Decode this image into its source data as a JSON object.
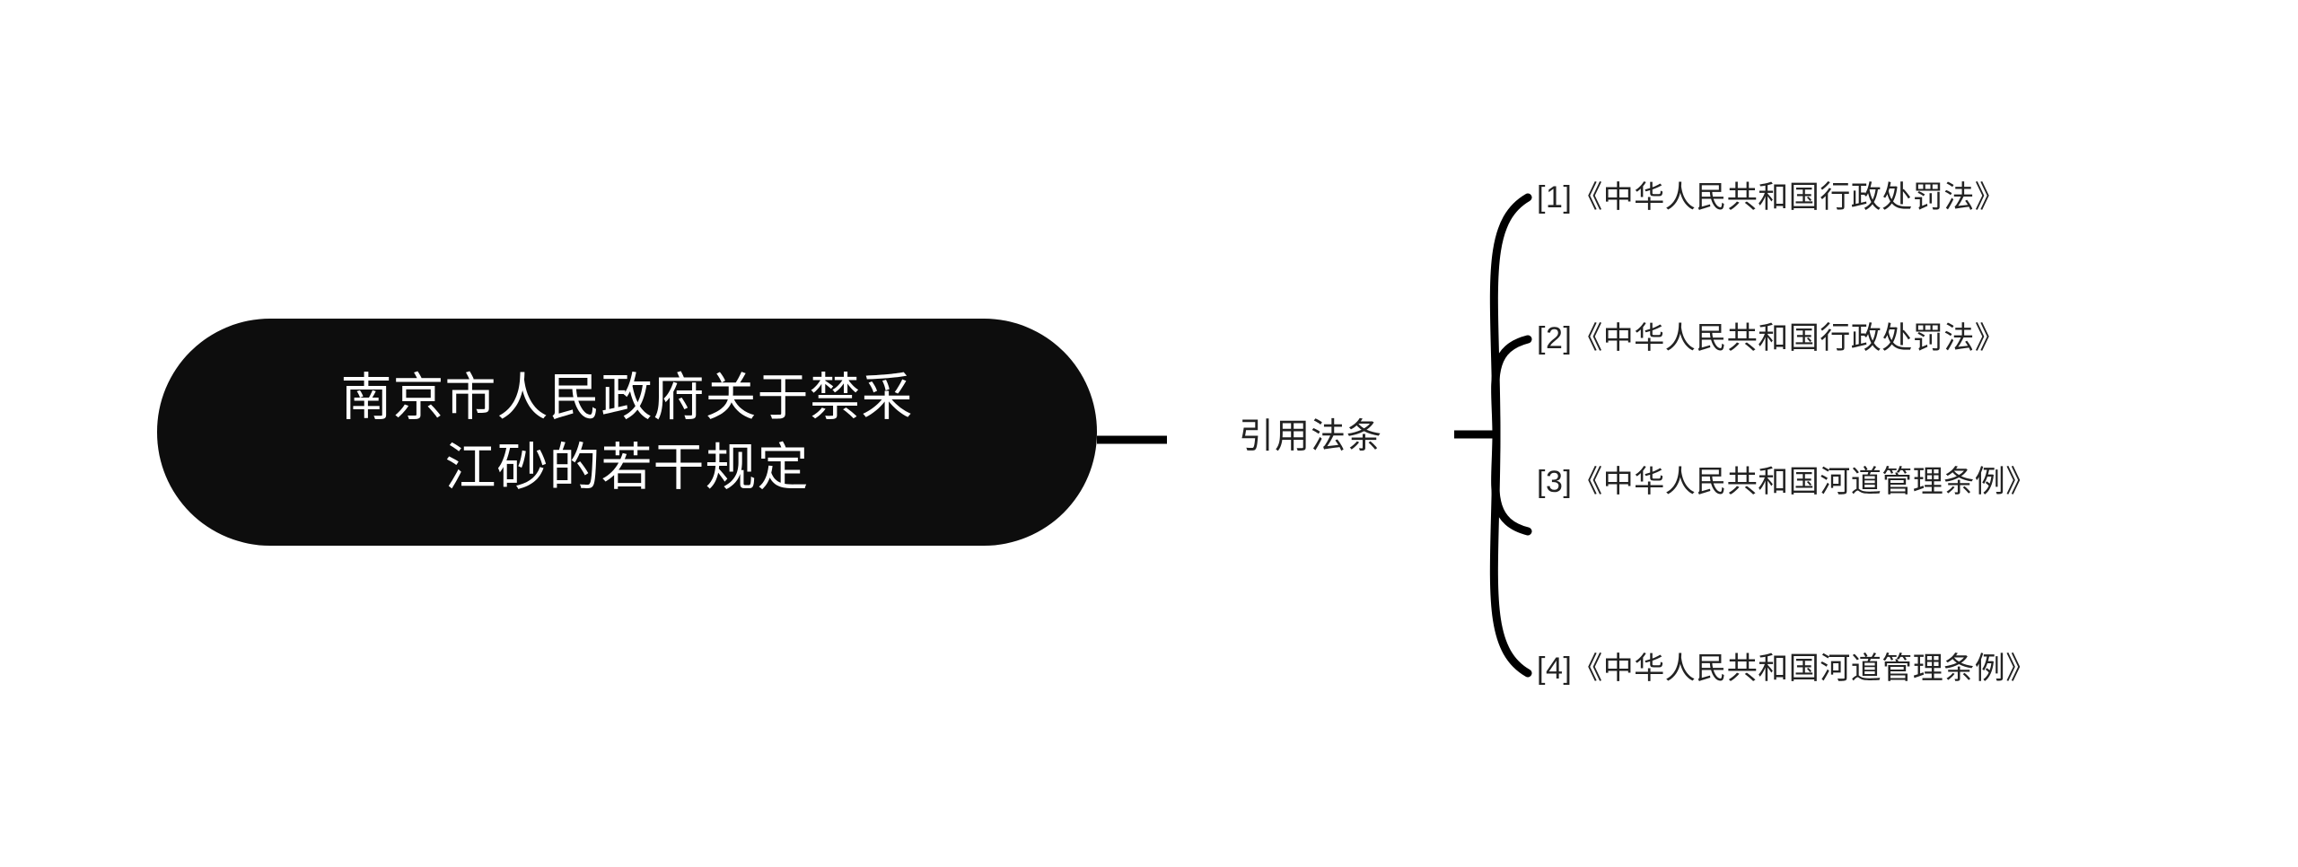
{
  "diagram": {
    "type": "mind-map",
    "orientation": "left-to-right",
    "background_color": "#ffffff",
    "root": {
      "label_line_1": "南京市人民政府关于禁采",
      "label_line_2": "江砂的若干规定",
      "full_label": "南京市人民政府关于禁采江砂的若干规定",
      "shape": "rounded-rectangle",
      "fill_color": "#0d0d0d",
      "text_color": "#ffffff"
    },
    "branch": {
      "label": "引用法条",
      "text_color": "#222222"
    },
    "leaves": [
      {
        "index": "[1]",
        "title": "《中华人民共和国行政处罚法》",
        "label": "[1]《中华人民共和国行政处罚法》"
      },
      {
        "index": "[2]",
        "title": "《中华人民共和国行政处罚法》",
        "label": "[2]《中华人民共和国行政处罚法》"
      },
      {
        "index": "[3]",
        "title": "《中华人民共和国河道管理条例》",
        "label": "[3]《中华人民共和国河道管理条例》"
      },
      {
        "index": "[4]",
        "title": "《中华人民共和国河道管理条例》",
        "label": "[4]《中华人民共和国河道管理条例》"
      }
    ],
    "connector_color": "#000000"
  }
}
